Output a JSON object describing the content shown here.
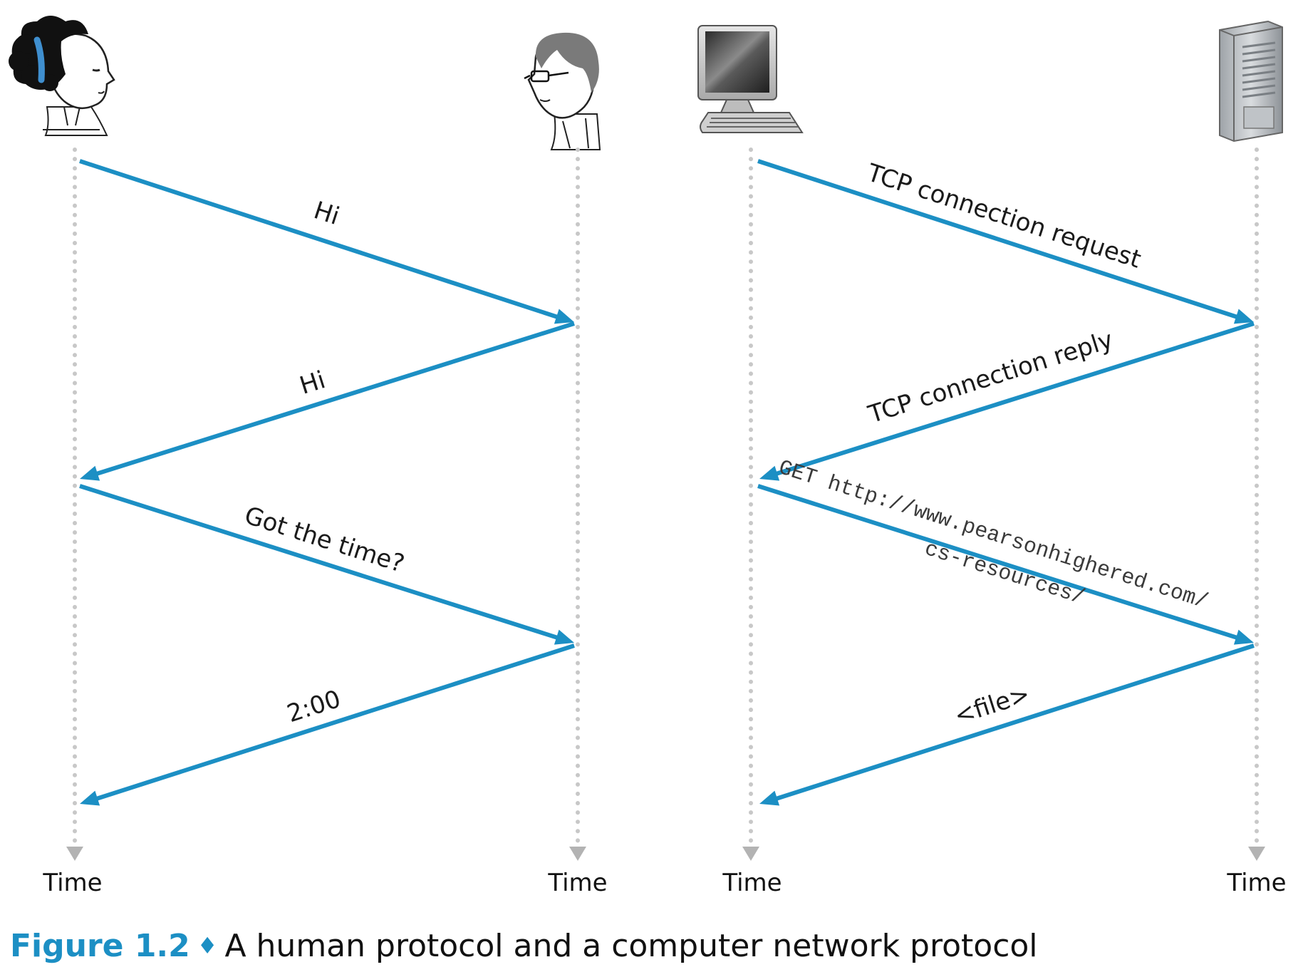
{
  "colors": {
    "arrow": "#1c8fc4",
    "timeline": "#c8c8c8",
    "figure_number": "#1c8fc4"
  },
  "participants": [
    {
      "name": "woman-icon",
      "time_label": "Time"
    },
    {
      "name": "man-icon",
      "time_label": "Time"
    },
    {
      "name": "computer-icon",
      "time_label": "Time"
    },
    {
      "name": "server-icon",
      "time_label": "Time"
    }
  ],
  "human_protocol": {
    "messages": [
      {
        "label": "Hi",
        "from": 0,
        "to": 1
      },
      {
        "label": "Hi",
        "from": 1,
        "to": 0
      },
      {
        "label": "Got the time?",
        "from": 0,
        "to": 1
      },
      {
        "label": "2:00",
        "from": 1,
        "to": 0
      }
    ]
  },
  "network_protocol": {
    "messages": [
      {
        "label": "TCP connection request",
        "from": 2,
        "to": 3
      },
      {
        "label": "TCP connection reply",
        "from": 3,
        "to": 2
      },
      {
        "label_line1": "GET http://www.pearsonhighered.com/",
        "label_line2": "cs-resources/",
        "from": 2,
        "to": 3
      },
      {
        "label": "<file>",
        "from": 3,
        "to": 2
      }
    ]
  },
  "caption": {
    "figure_number": "Figure 1.2",
    "separator": "♦",
    "text": "A human protocol and a computer network protocol"
  }
}
